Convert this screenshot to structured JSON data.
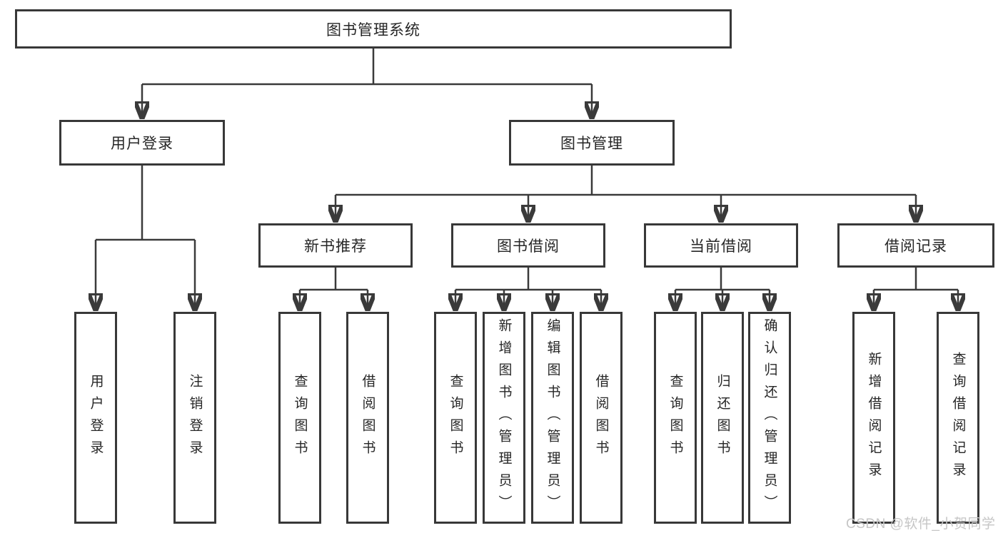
{
  "tree": {
    "root": {
      "label": "图书管理系统",
      "children": [
        {
          "label": "用户登录",
          "children": [
            {
              "label": "用户登录"
            },
            {
              "label": "注销登录"
            }
          ]
        },
        {
          "label": "图书管理",
          "children": [
            {
              "label": "新书推荐",
              "children": [
                {
                  "label": "查询图书"
                },
                {
                  "label": "借阅图书"
                }
              ]
            },
            {
              "label": "图书借阅",
              "children": [
                {
                  "label": "查询图书"
                },
                {
                  "label": "新增图书（管理员）"
                },
                {
                  "label": "编辑图书（管理员）"
                },
                {
                  "label": "借阅图书"
                }
              ]
            },
            {
              "label": "当前借阅",
              "children": [
                {
                  "label": "查询图书"
                },
                {
                  "label": "归还图书"
                },
                {
                  "label": "确认归还（管理员）"
                }
              ]
            },
            {
              "label": "借阅记录",
              "children": [
                {
                  "label": "新增借阅记录"
                },
                {
                  "label": "查询借阅记录"
                }
              ]
            }
          ]
        }
      ]
    }
  },
  "watermark": {
    "text": "CSDN @软件_小贺同学"
  },
  "colors": {
    "line": "#3a3a3a",
    "border": "#383838",
    "text": "#262626",
    "watermark": "#c6c6c6",
    "background": "#ffffff"
  }
}
